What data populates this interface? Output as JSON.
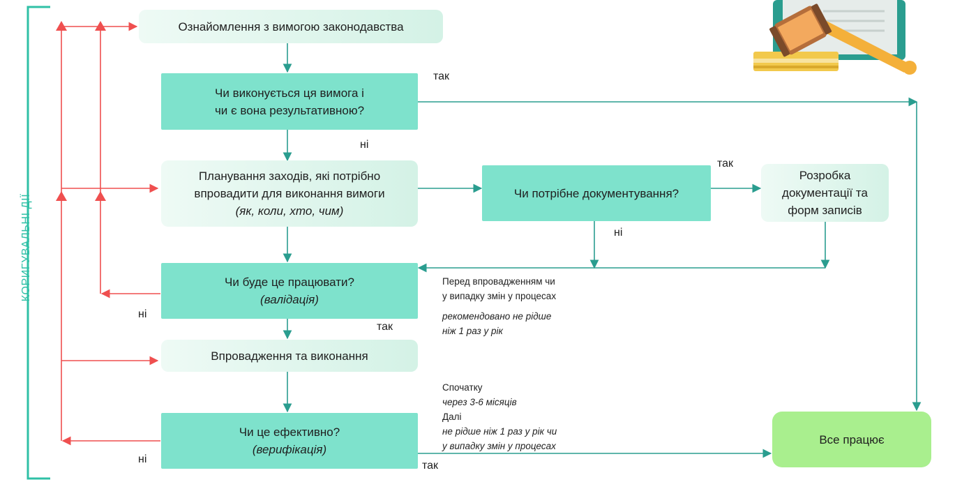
{
  "side_label": "КОРИГУВАЛЬНІ ДІЇ",
  "nodes": {
    "law": "Ознайомлення з вимогою законодавства",
    "q1_line1": "Чи виконується ця вимога і",
    "q1_line2": "чи є вона результативною?",
    "plan_line1": "Планування заходів, які потрібно",
    "plan_line2": "впровадити для виконання вимоги",
    "plan_line3": "(як, коли, хто, чим)",
    "doc_q": "Чи потрібне документування?",
    "doc_dev_line1": "Розробка",
    "doc_dev_line2": "документації та",
    "doc_dev_line3": "форм записів",
    "validate_line1": "Чи буде це працювати?",
    "validate_line2": "(валідація)",
    "implement": "Впровадження та виконання",
    "verify_line1": "Чи це ефективно?",
    "verify_line2": "(верифікація)",
    "done": "Все працює"
  },
  "labels": {
    "yes1": "так",
    "no1": "ні",
    "yes_doc": "так",
    "no_doc": "ні",
    "no_validate": "ні",
    "yes_validate": "так",
    "no_verify": "ні",
    "yes_verify": "так"
  },
  "notes": {
    "validate_line1": "Перед впровадженням чи",
    "validate_line2": "у випадку змін у процесах",
    "validate_line3": "рекомендовано не рідше",
    "validate_line4": "ніж 1 раз у рік",
    "verify_line1": "Спочатку",
    "verify_line2": "через 3-6 місяців",
    "verify_line3": "Далі",
    "verify_line4": "не рідше ніж 1 раз у рік чи",
    "verify_line5": "у випадку змін у процесах"
  },
  "colors": {
    "teal": "#2a9d8f",
    "red": "#ef4f4f",
    "dark_box": "#7ee2cc",
    "light_box": "#e3f6ee",
    "done_box": "#a9ef8e",
    "bracket": "#2fc0a6"
  },
  "icons": [
    "judge-gavel-icon"
  ]
}
